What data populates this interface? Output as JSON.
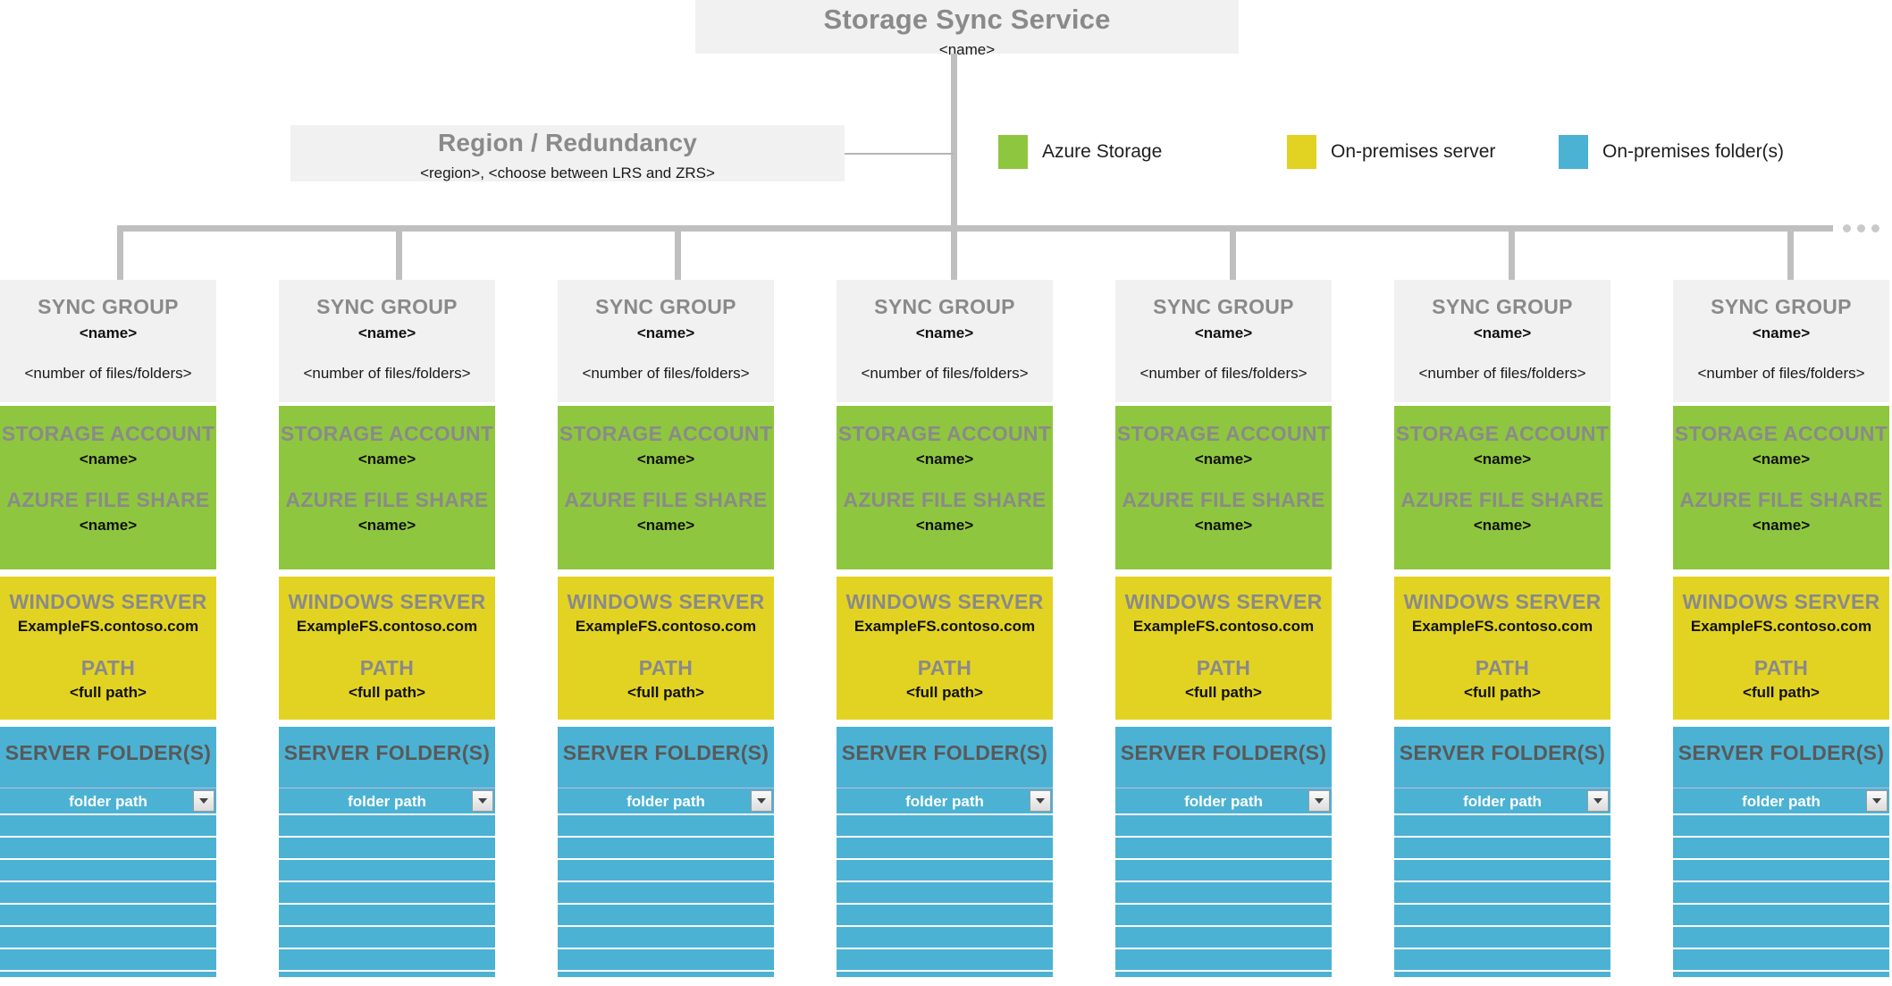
{
  "diagram": {
    "root": {
      "title": "Storage Sync Service",
      "subtitle": "<name>"
    },
    "region": {
      "title": "Region / Redundancy",
      "subtitle": "<region>, <choose between LRS and ZRS>"
    },
    "overflow_indicator": "..."
  },
  "legend": {
    "items": [
      {
        "label": "Azure Storage",
        "color": "#8fc63f"
      },
      {
        "label": "On-premises server",
        "color": "#e2d322"
      },
      {
        "label": "On-premises folder(s)",
        "color": "#4bb2d4"
      }
    ]
  },
  "labels": {
    "sync_group_head": "SYNC GROUP",
    "sync_group_name": "<name>",
    "sync_group_count": "<number of files/folders>",
    "storage_account_head": "STORAGE ACCOUNT",
    "storage_account_name": "<name>",
    "azure_file_share_head": "AZURE FILE SHARE",
    "azure_file_share_name": "<name>",
    "windows_server_head": "WINDOWS SERVER",
    "windows_server_name": "ExampleFS.contoso.com",
    "path_head": "PATH",
    "path_value": "<full path>",
    "server_folders_head": "SERVER FOLDER(S)",
    "folder_path_label": "folder path"
  },
  "columns": [
    {
      "sync_group_head": "SYNC GROUP",
      "sync_group_name": "<name>",
      "sync_group_count": "<number of files/folders>",
      "storage_account_head": "STORAGE ACCOUNT",
      "storage_account_name": "<name>",
      "azure_file_share_head": "AZURE FILE SHARE",
      "azure_file_share_name": "<name>",
      "windows_server_head": "WINDOWS SERVER",
      "windows_server_name": "ExampleFS.contoso.com",
      "path_head": "PATH",
      "path_value": "<full path>",
      "server_folders_head": "SERVER FOLDER(S)",
      "folder_path_label": "folder path",
      "empty_folder_rows": 9
    },
    {
      "sync_group_head": "SYNC GROUP",
      "sync_group_name": "<name>",
      "sync_group_count": "<number of files/folders>",
      "storage_account_head": "STORAGE ACCOUNT",
      "storage_account_name": "<name>",
      "azure_file_share_head": "AZURE FILE SHARE",
      "azure_file_share_name": "<name>",
      "windows_server_head": "WINDOWS SERVER",
      "windows_server_name": "ExampleFS.contoso.com",
      "path_head": "PATH",
      "path_value": "<full path>",
      "server_folders_head": "SERVER FOLDER(S)",
      "folder_path_label": "folder path",
      "empty_folder_rows": 9
    },
    {
      "sync_group_head": "SYNC GROUP",
      "sync_group_name": "<name>",
      "sync_group_count": "<number of files/folders>",
      "storage_account_head": "STORAGE ACCOUNT",
      "storage_account_name": "<name>",
      "azure_file_share_head": "AZURE FILE SHARE",
      "azure_file_share_name": "<name>",
      "windows_server_head": "WINDOWS SERVER",
      "windows_server_name": "ExampleFS.contoso.com",
      "path_head": "PATH",
      "path_value": "<full path>",
      "server_folders_head": "SERVER FOLDER(S)",
      "folder_path_label": "folder path",
      "empty_folder_rows": 9
    },
    {
      "sync_group_head": "SYNC GROUP",
      "sync_group_name": "<name>",
      "sync_group_count": "<number of files/folders>",
      "storage_account_head": "STORAGE ACCOUNT",
      "storage_account_name": "<name>",
      "azure_file_share_head": "AZURE FILE SHARE",
      "azure_file_share_name": "<name>",
      "windows_server_head": "WINDOWS SERVER",
      "windows_server_name": "ExampleFS.contoso.com",
      "path_head": "PATH",
      "path_value": "<full path>",
      "server_folders_head": "SERVER FOLDER(S)",
      "folder_path_label": "folder path",
      "empty_folder_rows": 9
    },
    {
      "sync_group_head": "SYNC GROUP",
      "sync_group_name": "<name>",
      "sync_group_count": "<number of files/folders>",
      "storage_account_head": "STORAGE ACCOUNT",
      "storage_account_name": "<name>",
      "azure_file_share_head": "AZURE FILE SHARE",
      "azure_file_share_name": "<name>",
      "windows_server_head": "WINDOWS SERVER",
      "windows_server_name": "ExampleFS.contoso.com",
      "path_head": "PATH",
      "path_value": "<full path>",
      "server_folders_head": "SERVER FOLDER(S)",
      "folder_path_label": "folder path",
      "empty_folder_rows": 9
    },
    {
      "sync_group_head": "SYNC GROUP",
      "sync_group_name": "<name>",
      "sync_group_count": "<number of files/folders>",
      "storage_account_head": "STORAGE ACCOUNT",
      "storage_account_name": "<name>",
      "azure_file_share_head": "AZURE FILE SHARE",
      "azure_file_share_name": "<name>",
      "windows_server_head": "WINDOWS SERVER",
      "windows_server_name": "ExampleFS.contoso.com",
      "path_head": "PATH",
      "path_value": "<full path>",
      "server_folders_head": "SERVER FOLDER(S)",
      "folder_path_label": "folder path",
      "empty_folder_rows": 9
    },
    {
      "sync_group_head": "SYNC GROUP",
      "sync_group_name": "<name>",
      "sync_group_count": "<number of files/folders>",
      "storage_account_head": "STORAGE ACCOUNT",
      "storage_account_name": "<name>",
      "azure_file_share_head": "AZURE FILE SHARE",
      "azure_file_share_name": "<name>",
      "windows_server_head": "WINDOWS SERVER",
      "windows_server_name": "ExampleFS.contoso.com",
      "path_head": "PATH",
      "path_value": "<full path>",
      "server_folders_head": "SERVER FOLDER(S)",
      "folder_path_label": "folder path",
      "empty_folder_rows": 9
    }
  ],
  "colors": {
    "azure_green": "#8fc63f",
    "server_yellow": "#e2d322",
    "folder_blue": "#4bb2d4",
    "panel_gray": "#f1f1f1",
    "connector_gray": "#bfbfbf",
    "heading_gray": "#8a8a8a"
  }
}
